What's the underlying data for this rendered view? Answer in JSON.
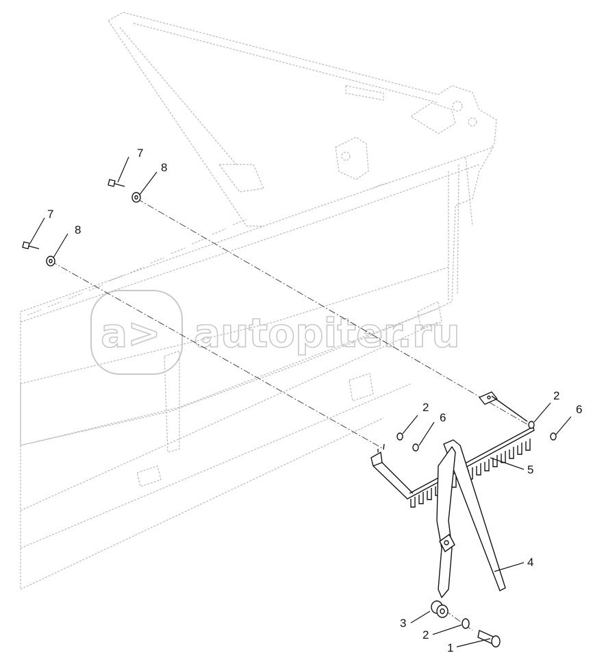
{
  "watermark": {
    "logo_text": "a>",
    "site_text": "autopiter.ru"
  },
  "callouts": {
    "c1": "1",
    "c2_bolt": "2",
    "c2_left": "2",
    "c2_right": "2",
    "c3": "3",
    "c4": "4",
    "c5": "5",
    "c6_left": "6",
    "c6_right": "6",
    "c7_upper": "7",
    "c7_lower": "7",
    "c8_upper": "8",
    "c8_lower": "8"
  }
}
